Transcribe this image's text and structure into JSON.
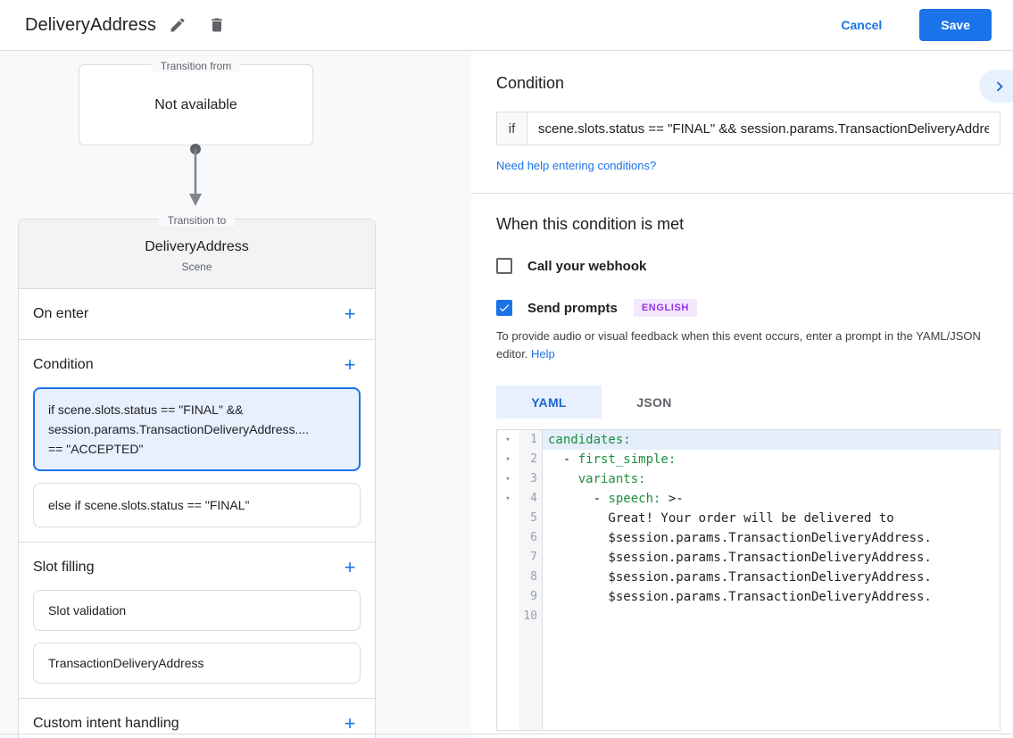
{
  "colors": {
    "accent": "#1a73e8",
    "selected_card_bg": "#e8f0fe",
    "badge_bg": "#f3e8fd",
    "badge_text": "#9334e6",
    "code_key_green": "#1e8e3e"
  },
  "topbar": {
    "title": "DeliveryAddress",
    "cancel_label": "Cancel",
    "save_label": "Save"
  },
  "flow": {
    "transition_from": {
      "legend": "Transition from",
      "text": "Not available"
    },
    "transition_to": {
      "legend": "Transition to",
      "title": "DeliveryAddress",
      "subtitle": "Scene"
    }
  },
  "scene": {
    "on_enter_label": "On enter",
    "condition_label": "Condition",
    "condition_cards": [
      {
        "selected": true,
        "lines": [
          "if scene.slots.status == \"FINAL\" &&",
          "session.params.TransactionDeliveryAddress....",
          "== \"ACCEPTED\""
        ]
      },
      {
        "selected": false,
        "lines": [
          "else if scene.slots.status == \"FINAL\""
        ]
      }
    ],
    "slot_filling_label": "Slot filling",
    "slot_cards": [
      "Slot validation",
      "TransactionDeliveryAddress"
    ],
    "custom_intent_label": "Custom intent handling"
  },
  "condition_panel": {
    "heading": "Condition",
    "if_label": "if",
    "expression": "scene.slots.status == \"FINAL\" && session.params.TransactionDeliveryAddress",
    "help_link": "Need help entering conditions?"
  },
  "when_met": {
    "heading": "When this condition is met",
    "webhook_label": "Call your webhook",
    "webhook_checked": false,
    "prompts_label": "Send prompts",
    "prompts_checked": true,
    "language_badge": "ENGLISH",
    "description": "To provide audio or visual feedback when this event occurs, enter a prompt in the YAML/JSON editor.",
    "help_label": "Help"
  },
  "editor": {
    "tabs": [
      {
        "label": "YAML",
        "active": true
      },
      {
        "label": "JSON",
        "active": false
      }
    ],
    "lines": [
      {
        "n": 1,
        "fold": true,
        "highlight": true,
        "segments": [
          {
            "t": "candidates:",
            "c": "key"
          }
        ]
      },
      {
        "n": 2,
        "fold": true,
        "segments": [
          {
            "t": "  - ",
            "c": "plain"
          },
          {
            "t": "first_simple:",
            "c": "key"
          }
        ]
      },
      {
        "n": 3,
        "fold": true,
        "segments": [
          {
            "t": "    ",
            "c": "plain"
          },
          {
            "t": "variants:",
            "c": "key"
          }
        ]
      },
      {
        "n": 4,
        "fold": true,
        "segments": [
          {
            "t": "      - ",
            "c": "plain"
          },
          {
            "t": "speech:",
            "c": "key"
          },
          {
            "t": " >-",
            "c": "plain"
          }
        ]
      },
      {
        "n": 5,
        "segments": [
          {
            "t": "        Great! Your order will be delivered to",
            "c": "plain"
          }
        ]
      },
      {
        "n": 6,
        "segments": [
          {
            "t": "        $session.params.TransactionDeliveryAddress.",
            "c": "plain"
          }
        ]
      },
      {
        "n": 7,
        "segments": [
          {
            "t": "        $session.params.TransactionDeliveryAddress.",
            "c": "plain"
          }
        ]
      },
      {
        "n": 8,
        "segments": [
          {
            "t": "        $session.params.TransactionDeliveryAddress.",
            "c": "plain"
          }
        ]
      },
      {
        "n": 9,
        "segments": [
          {
            "t": "        $session.params.TransactionDeliveryAddress.",
            "c": "plain"
          }
        ]
      },
      {
        "n": 10,
        "segments": []
      }
    ]
  }
}
